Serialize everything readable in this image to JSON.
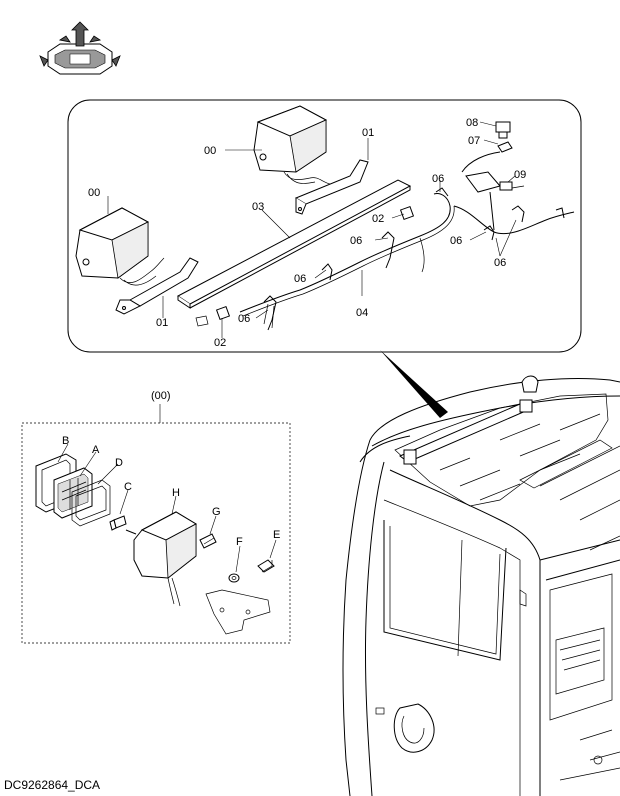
{
  "diagram": {
    "caption": "DC9262864_DCA",
    "group_label": "(00)",
    "main_labels": [
      {
        "id": "lbl-00-top",
        "text": "00"
      },
      {
        "id": "lbl-00-left",
        "text": "00"
      },
      {
        "id": "lbl-01-top",
        "text": "01"
      },
      {
        "id": "lbl-01-bottom",
        "text": "01"
      },
      {
        "id": "lbl-03",
        "text": "03"
      },
      {
        "id": "lbl-02-mid",
        "text": "02"
      },
      {
        "id": "lbl-02-bottom",
        "text": "02"
      },
      {
        "id": "lbl-04",
        "text": "04"
      },
      {
        "id": "lbl-06-a",
        "text": "06"
      },
      {
        "id": "lbl-06-b",
        "text": "06"
      },
      {
        "id": "lbl-06-c",
        "text": "06"
      },
      {
        "id": "lbl-06-d",
        "text": "06"
      },
      {
        "id": "lbl-06-e",
        "text": "06"
      },
      {
        "id": "lbl-06-f",
        "text": "06"
      },
      {
        "id": "lbl-07",
        "text": "07"
      },
      {
        "id": "lbl-08",
        "text": "08"
      },
      {
        "id": "lbl-09",
        "text": "09"
      }
    ],
    "detail_labels": [
      "A",
      "B",
      "C",
      "D",
      "E",
      "F",
      "G",
      "H"
    ],
    "icon": "cab-orientation-icon"
  }
}
